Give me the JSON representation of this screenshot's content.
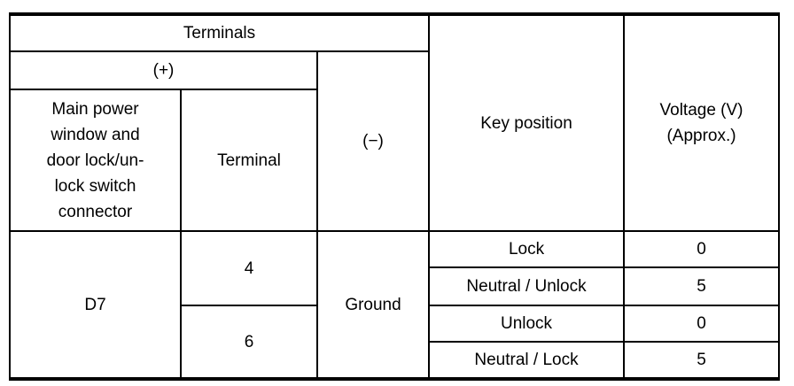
{
  "header": {
    "terminals": "Terminals",
    "plus": "(+)",
    "minus": "(−)",
    "connector": "Main power\nwindow and\ndoor lock/un-\nlock switch\nconnector",
    "terminal": "Terminal",
    "key_position": "Key position",
    "voltage": "Voltage (V)\n(Approx.)"
  },
  "body": {
    "connector_value": "D7",
    "ground": "Ground",
    "terminal_4": "4",
    "terminal_6": "6",
    "rows": [
      {
        "key_position": "Lock",
        "voltage": "0"
      },
      {
        "key_position": "Neutral / Unlock",
        "voltage": "5"
      },
      {
        "key_position": "Unlock",
        "voltage": "0"
      },
      {
        "key_position": "Neutral / Lock",
        "voltage": "5"
      }
    ]
  }
}
